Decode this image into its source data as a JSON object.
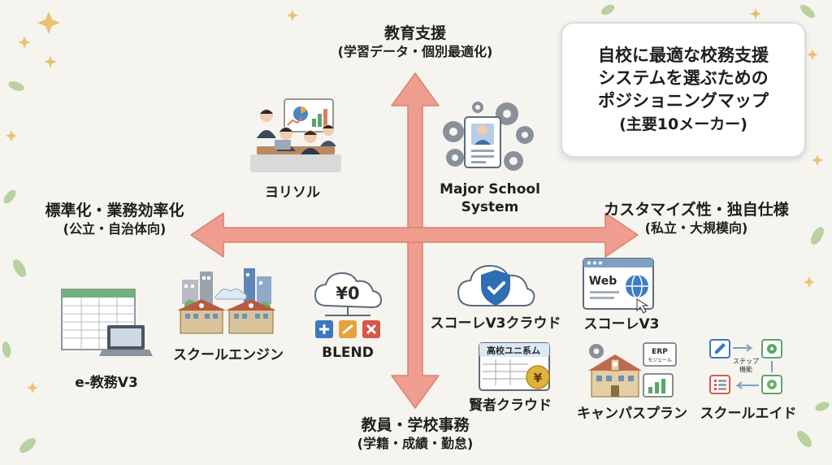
{
  "title": {
    "line1": "自校に最適な校務支援",
    "line2": "システムを選ぶための",
    "line3": "ポジショニングマップ",
    "line4": "(主要10メーカー)"
  },
  "axes": {
    "top": {
      "main": "教育支援",
      "sub": "(学習データ・個別最適化)"
    },
    "bottom": {
      "main": "教員・学校事務",
      "sub": "(学籍・成績・勤怠)"
    },
    "left": {
      "main": "標準化・業務効率化",
      "sub": "(公立・自治体向)"
    },
    "right": {
      "main": "カスタマイズ性・独自仕様",
      "sub": "(私立・大規模向)"
    }
  },
  "makers": {
    "yorisoru": "ヨリソル",
    "major_school": "Major School\nSystem",
    "school_engine": "スクールエンジン",
    "blend": "BLEND",
    "e_kyomu": "e-教務V3",
    "score_cloud": "スコーレV3クラウド",
    "score_v3": "スコーレV3",
    "kenja_cloud": "賢者クラウド",
    "campus_plan": "キャンパスプラン",
    "school_aid": "スクールエイド"
  },
  "icon_text": {
    "blend_price": "¥0",
    "web": "Web",
    "kenja_banner": "高校ユニ系ム",
    "yen": "¥",
    "erp_line1": "ERP",
    "erp_line2": "モジュール",
    "step_line1": "ステップ",
    "step_line2": "機能"
  },
  "colors": {
    "arrow": "#ee9d8e",
    "arrow_stroke": "#d98272",
    "shield": "#2f6db5",
    "background": "#f6f4ee"
  }
}
